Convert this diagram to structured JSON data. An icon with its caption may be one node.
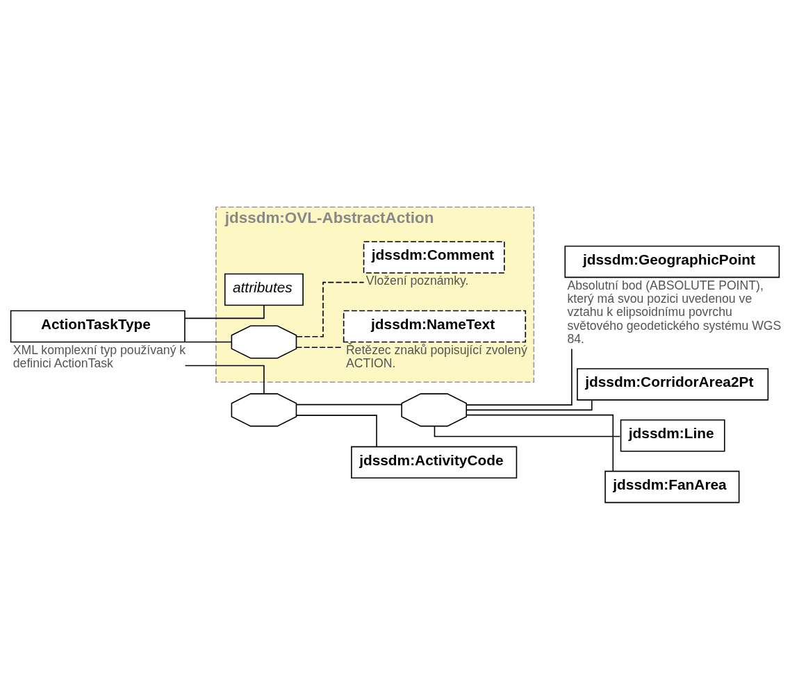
{
  "diagram": {
    "nodes": [
      {
        "text": [
          "jdssdm:OVL-AbstractAction"
        ]
      },
      {
        "text": [
          "ActionTaskType"
        ],
        "beside": [
          "XML komplexní typ používaný k definici ActionTask"
        ]
      },
      {
        "text": [
          "attributes"
        ],
        "in": 0
      },
      {
        "text": [],
        "shape": "octagon",
        "in": 0
      },
      {
        "text": [
          "jdssdm:NameText"
        ],
        "in": 0,
        "beside": [
          "Řetězec znaků popisující zvolený ACTION."
        ]
      },
      {
        "text": [
          "jdssdm:Comment"
        ],
        "in": 0,
        "beside": [
          "Vložení poznámky."
        ]
      },
      {
        "text": [],
        "shape": "octagon"
      },
      {
        "text": [],
        "shape": "octagon"
      },
      {
        "text": [
          "jdssdm:GeographicPoint"
        ],
        "beside": [
          "Absolutní bod (ABSOLUTE POINT), který má svou pozici uvedenou ve vztahu k elipsoidnímu povrchu světového geodetického systému WGS 84."
        ]
      },
      {
        "text": [
          "jdssdm:CorridorArea2Pt"
        ]
      },
      {
        "text": [
          "jdssdm:Line"
        ]
      },
      {
        "text": [
          "jdssdm:FanArea"
        ]
      },
      {
        "text": [
          "jdssdm:ActivityCode"
        ]
      }
    ],
    "edges": [
      {
        "from": 1,
        "to": 2,
        "arrow": "none"
      },
      {
        "from": 1,
        "to": 3,
        "arrow": "none"
      },
      {
        "from": 3,
        "to": 4,
        "arrow": "none",
        "style": "dashed"
      },
      {
        "from": 3,
        "to": 5,
        "arrow": "none",
        "style": "dashed"
      },
      {
        "from": 1,
        "to": 6,
        "arrow": "none"
      },
      {
        "from": 6,
        "to": 7,
        "arrow": "none"
      },
      {
        "from": 7,
        "to": 8,
        "arrow": "none"
      },
      {
        "from": 7,
        "to": 9,
        "arrow": "none"
      },
      {
        "from": 7,
        "to": 10,
        "arrow": "none"
      },
      {
        "from": 7,
        "to": 11,
        "arrow": "none"
      },
      {
        "from": 6,
        "to": 12,
        "arrow": "none"
      }
    ]
  }
}
